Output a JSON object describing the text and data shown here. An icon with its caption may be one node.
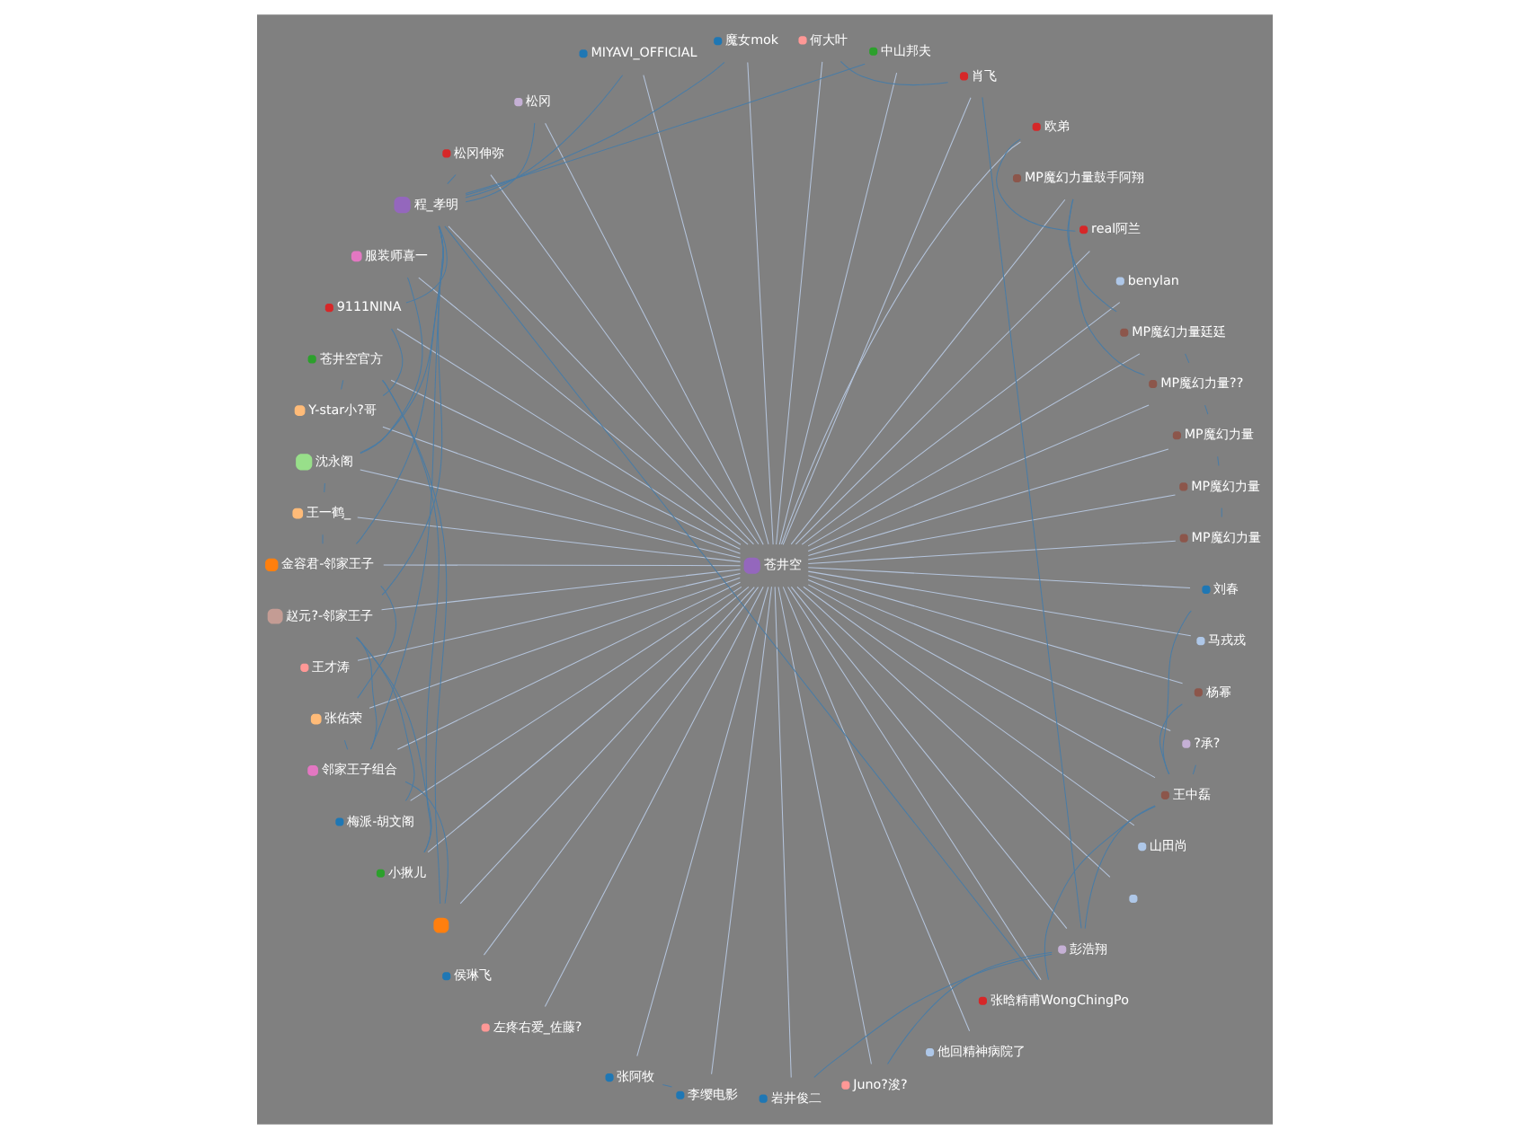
{
  "diagram": {
    "nodes": [
      {
        "text": [
          "中山邦夫"
        ]
      },
      {
        "text": [
          "魔女mok"
        ]
      },
      {
        "text": [
          "MIYAVI_OFFICIAL"
        ]
      },
      {
        "text": [
          "松冈"
        ]
      },
      {
        "text": [
          "何大叶"
        ]
      },
      {
        "text": [
          "松冈伸弥"
        ]
      },
      {
        "text": [
          "MP魔幻力量鼓手阿翔"
        ]
      },
      {
        "text": [
          "程_孝明"
        ]
      },
      {
        "text": [
          "肖飞"
        ]
      },
      {
        "text": [
          "MP魔幻力量廷廷"
        ]
      },
      {
        "text": [
          "欧弟"
        ]
      },
      {
        "text": [
          "9111NINA"
        ]
      },
      {
        "text": [
          "MP魔幻力量??"
        ]
      },
      {
        "text": [
          "real阿兰"
        ]
      },
      {
        "text": [
          "服装师喜一"
        ]
      },
      {
        "text": [
          "benylan"
        ]
      },
      {
        "text": [
          "MP魔幻力量"
        ]
      },
      {
        "text": [
          "MP魔幻力量"
        ]
      },
      {
        "text": [
          "MP魔幻力量"
        ]
      },
      {
        "text": [
          "Y-star小?哥"
        ]
      },
      {
        "text": [
          "苍井空官方"
        ]
      },
      {
        "text": [
          "苍井空"
        ]
      },
      {
        "text": [
          "沈永阁"
        ]
      },
      {
        "text": [
          "王才涛"
        ]
      },
      {
        "text": [
          "马戎戎"
        ]
      },
      {
        "text": [
          "王一鹤_"
        ]
      },
      {
        "text": [
          "刘春"
        ]
      },
      {
        "text": [
          "杨幂"
        ]
      },
      {
        "text": [
          "山田尚"
        ]
      },
      {
        "text": [
          "金容君-邻家王子"
        ]
      },
      {
        "text": [
          "?承?"
        ]
      },
      {
        "text": [
          "赵元?-邻家王子"
        ]
      },
      {
        "text": [
          "王中磊"
        ]
      },
      {
        "text": [
          "梅派-胡文阁"
        ]
      },
      {
        "text": [],
        "shape": "circle"
      },
      {
        "text": [
          "他回精神病院了"
        ]
      },
      {
        "text": [
          "小揪儿"
        ]
      },
      {
        "text": [
          "张晗精甫WongChingPo"
        ]
      },
      {
        "text": [
          "侯琳飞"
        ]
      },
      {
        "text": [
          "左疼右爱_佐藤?"
        ]
      },
      {
        "text": [],
        "shape": "circle"
      },
      {
        "text": [
          "张佑荣"
        ]
      },
      {
        "text": [
          "邻家王子组合"
        ]
      },
      {
        "text": [
          "张阿牧"
        ]
      },
      {
        "text": [
          "李缨电影"
        ]
      },
      {
        "text": [
          "岩井俊二"
        ]
      },
      {
        "text": [
          "彭浩翔"
        ]
      },
      {
        "text": [
          "Juno?浚?"
        ]
      }
    ],
    "edges": [
      {
        "from": 21,
        "to": 0,
        "arrow": "none"
      },
      {
        "from": 21,
        "to": 1,
        "arrow": "none"
      },
      {
        "from": 21,
        "to": 2,
        "arrow": "none"
      },
      {
        "from": 21,
        "to": 3,
        "arrow": "none"
      },
      {
        "from": 21,
        "to": 4,
        "arrow": "none"
      },
      {
        "from": 21,
        "to": 5,
        "arrow": "none"
      },
      {
        "from": 21,
        "to": 6,
        "arrow": "none"
      },
      {
        "from": 21,
        "to": 7,
        "arrow": "none"
      },
      {
        "from": 21,
        "to": 8,
        "arrow": "none"
      },
      {
        "from": 21,
        "to": 9,
        "arrow": "none"
      },
      {
        "from": 21,
        "to": 10,
        "arrow": "none"
      },
      {
        "from": 21,
        "to": 11,
        "arrow": "none"
      },
      {
        "from": 21,
        "to": 12,
        "arrow": "none"
      },
      {
        "from": 21,
        "to": 13,
        "arrow": "none"
      },
      {
        "from": 21,
        "to": 14,
        "arrow": "none"
      },
      {
        "from": 21,
        "to": 15,
        "arrow": "none"
      },
      {
        "from": 21,
        "to": 16,
        "arrow": "none"
      },
      {
        "from": 21,
        "to": 17,
        "arrow": "none"
      },
      {
        "from": 21,
        "to": 18,
        "arrow": "none"
      },
      {
        "from": 21,
        "to": 19,
        "arrow": "none"
      },
      {
        "from": 21,
        "to": 20,
        "arrow": "none"
      },
      {
        "from": 21,
        "to": 22,
        "arrow": "none"
      },
      {
        "from": 21,
        "to": 23,
        "arrow": "none"
      },
      {
        "from": 21,
        "to": 24,
        "arrow": "none"
      },
      {
        "from": 21,
        "to": 25,
        "arrow": "none"
      },
      {
        "from": 21,
        "to": 26,
        "arrow": "none"
      },
      {
        "from": 21,
        "to": 27,
        "arrow": "none"
      },
      {
        "from": 21,
        "to": 28,
        "arrow": "none"
      },
      {
        "from": 21,
        "to": 29,
        "arrow": "none"
      },
      {
        "from": 21,
        "to": 30,
        "arrow": "none"
      },
      {
        "from": 21,
        "to": 31,
        "arrow": "none"
      },
      {
        "from": 21,
        "to": 32,
        "arrow": "none"
      },
      {
        "from": 21,
        "to": 33,
        "arrow": "none"
      },
      {
        "from": 21,
        "to": 34,
        "arrow": "none"
      },
      {
        "from": 21,
        "to": 35,
        "arrow": "none"
      },
      {
        "from": 21,
        "to": 36,
        "arrow": "none"
      },
      {
        "from": 21,
        "to": 37,
        "arrow": "none"
      },
      {
        "from": 21,
        "to": 38,
        "arrow": "none"
      },
      {
        "from": 21,
        "to": 39,
        "arrow": "none"
      },
      {
        "from": 21,
        "to": 40,
        "arrow": "none"
      },
      {
        "from": 21,
        "to": 41,
        "arrow": "none"
      },
      {
        "from": 21,
        "to": 42,
        "arrow": "none"
      },
      {
        "from": 21,
        "to": 43,
        "arrow": "none"
      },
      {
        "from": 21,
        "to": 44,
        "arrow": "none"
      },
      {
        "from": 21,
        "to": 45,
        "arrow": "none"
      },
      {
        "from": 21,
        "to": 46,
        "arrow": "none"
      },
      {
        "from": 21,
        "to": 47,
        "arrow": "none"
      },
      {
        "from": 0,
        "to": 7,
        "arrow": "none",
        "color": "#4a7ca5"
      },
      {
        "from": 1,
        "to": 7,
        "arrow": "none",
        "color": "#4a7ca5"
      },
      {
        "from": 2,
        "to": 7,
        "arrow": "none",
        "color": "#4a7ca5"
      },
      {
        "from": 3,
        "to": 7,
        "arrow": "none",
        "color": "#4a7ca5"
      },
      {
        "from": 5,
        "to": 7,
        "arrow": "none",
        "color": "#4a7ca5"
      },
      {
        "from": 4,
        "to": 8,
        "arrow": "none",
        "color": "#4a7ca5"
      },
      {
        "from": 7,
        "to": 11,
        "arrow": "none",
        "color": "#4a7ca5"
      },
      {
        "from": 7,
        "to": 22,
        "arrow": "none",
        "color": "#4a7ca5"
      },
      {
        "from": 7,
        "to": 29,
        "arrow": "none",
        "color": "#4a7ca5"
      },
      {
        "from": 7,
        "to": 31,
        "arrow": "none",
        "color": "#4a7ca5"
      },
      {
        "from": 7,
        "to": 42,
        "arrow": "none",
        "color": "#4a7ca5"
      },
      {
        "from": 7,
        "to": 37,
        "arrow": "none",
        "color": "#4a7ca5"
      },
      {
        "from": 11,
        "to": 19,
        "arrow": "none",
        "color": "#4a7ca5"
      },
      {
        "from": 14,
        "to": 22,
        "arrow": "none",
        "color": "#4a7ca5"
      },
      {
        "from": 19,
        "to": 20,
        "arrow": "none",
        "color": "#4a7ca5"
      },
      {
        "from": 20,
        "to": 36,
        "arrow": "none",
        "color": "#4a7ca5"
      },
      {
        "from": 20,
        "to": 40,
        "arrow": "none",
        "color": "#4a7ca5"
      },
      {
        "from": 8,
        "to": 46,
        "arrow": "none",
        "color": "#4a7ca5"
      },
      {
        "from": 10,
        "to": 13,
        "arrow": "none",
        "color": "#4a7ca5"
      },
      {
        "from": 6,
        "to": 9,
        "arrow": "none",
        "color": "#4a7ca5"
      },
      {
        "from": 6,
        "to": 12,
        "arrow": "none",
        "color": "#4a7ca5"
      },
      {
        "from": 9,
        "to": 12,
        "arrow": "none",
        "color": "#4a7ca5"
      },
      {
        "from": 12,
        "to": 16,
        "arrow": "none",
        "color": "#4a7ca5"
      },
      {
        "from": 16,
        "to": 17,
        "arrow": "none",
        "color": "#4a7ca5"
      },
      {
        "from": 17,
        "to": 18,
        "arrow": "none",
        "color": "#4a7ca5"
      },
      {
        "from": 26,
        "to": 32,
        "arrow": "none",
        "color": "#4a7ca5"
      },
      {
        "from": 27,
        "to": 32,
        "arrow": "none",
        "color": "#4a7ca5"
      },
      {
        "from": 30,
        "to": 32,
        "arrow": "none",
        "color": "#4a7ca5"
      },
      {
        "from": 32,
        "to": 37,
        "arrow": "none",
        "color": "#4a7ca5"
      },
      {
        "from": 32,
        "to": 46,
        "arrow": "none",
        "color": "#4a7ca5"
      },
      {
        "from": 45,
        "to": 46,
        "arrow": "none",
        "color": "#4a7ca5"
      },
      {
        "from": 46,
        "to": 47,
        "arrow": "none",
        "color": "#4a7ca5"
      },
      {
        "from": 36,
        "to": 31,
        "arrow": "none",
        "color": "#4a7ca5"
      },
      {
        "from": 33,
        "to": 31,
        "arrow": "none",
        "color": "#4a7ca5"
      },
      {
        "from": 41,
        "to": 29,
        "arrow": "none",
        "color": "#4a7ca5"
      },
      {
        "from": 41,
        "to": 42,
        "arrow": "none",
        "color": "#4a7ca5"
      },
      {
        "from": 42,
        "to": 31,
        "arrow": "none",
        "color": "#4a7ca5"
      },
      {
        "from": 40,
        "to": 42,
        "arrow": "none",
        "color": "#4a7ca5"
      },
      {
        "from": 22,
        "to": 25,
        "arrow": "none",
        "color": "#4a7ca5"
      },
      {
        "from": 25,
        "to": 29,
        "arrow": "none",
        "color": "#4a7ca5"
      },
      {
        "from": 43,
        "to": 44,
        "arrow": "none",
        "color": "#4a7ca5"
      }
    ]
  }
}
